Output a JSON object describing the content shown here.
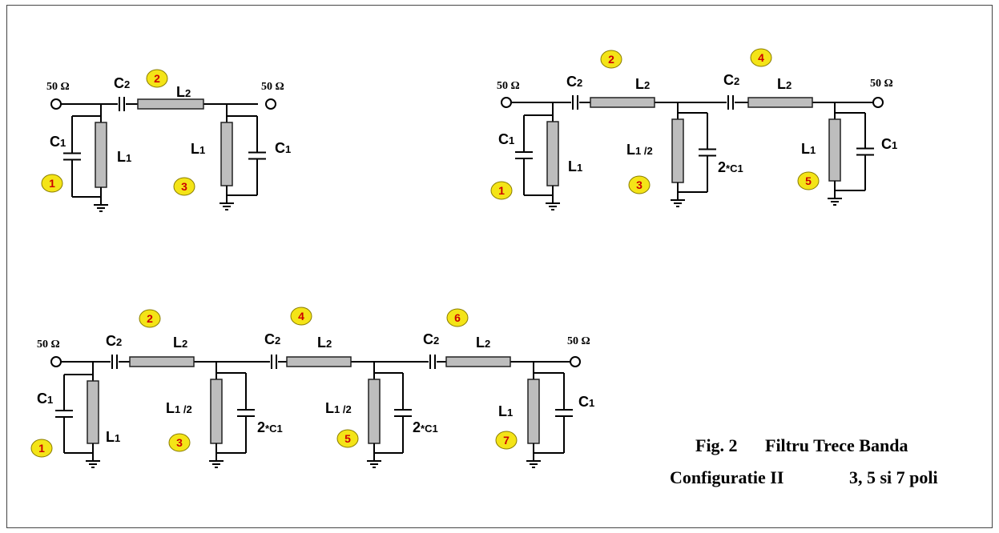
{
  "caption": {
    "fig_label": "Fig. 2",
    "title": "Filtru Trece Banda",
    "config": "Configuratie II",
    "poles": "3, 5 si 7 poli"
  },
  "labels": {
    "ohm": "50 Ω",
    "c1": "C1",
    "c2": "C2",
    "l1": "L1",
    "l2": "L2",
    "l1_half": "L1 /2",
    "two_c1": "2*C1"
  },
  "circuits": [
    {
      "name": "3-pole",
      "poles": [
        "1",
        "2",
        "3"
      ]
    },
    {
      "name": "5-pole",
      "poles": [
        "1",
        "2",
        "3",
        "4",
        "5"
      ]
    },
    {
      "name": "7-pole",
      "poles": [
        "1",
        "2",
        "3",
        "4",
        "5",
        "6",
        "7"
      ]
    }
  ]
}
